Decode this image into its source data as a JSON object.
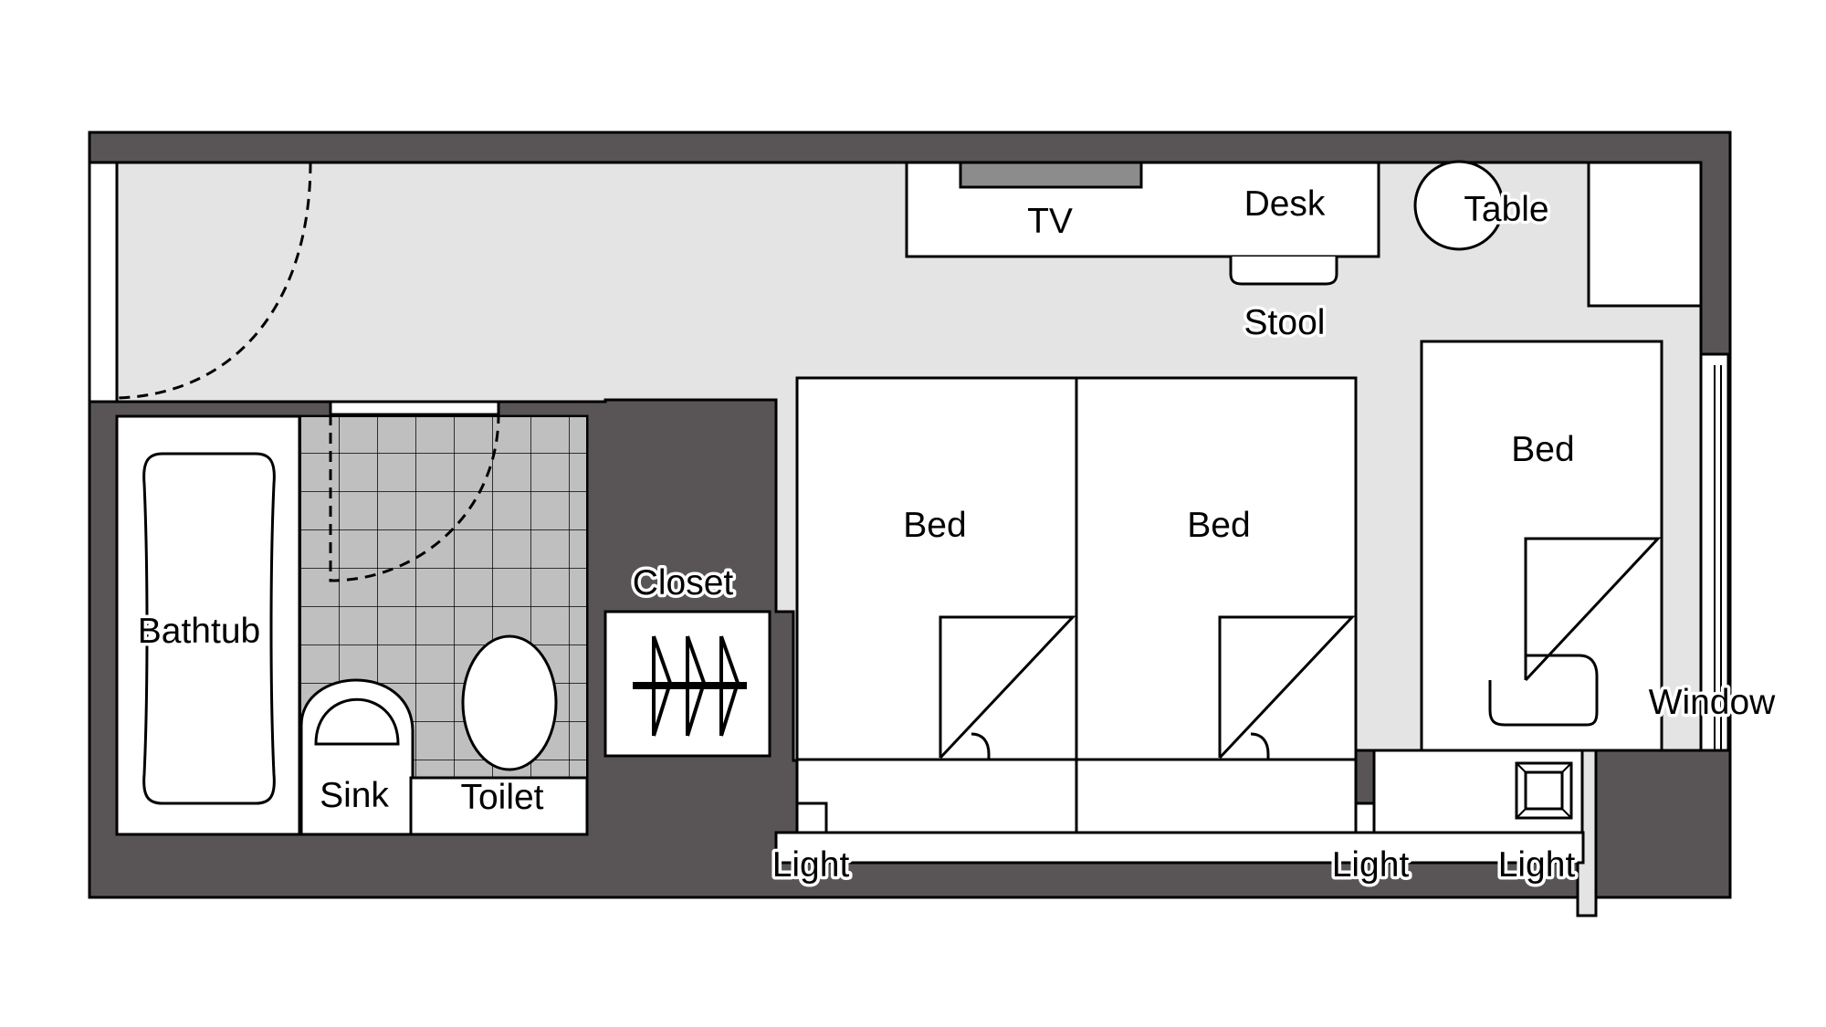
{
  "colors": {
    "wall": "#595556",
    "floor": "#e4e4e4",
    "tile": "#bfbfbf",
    "furniture": "#ffffff",
    "tv_screen": "#8c8c8c",
    "line": "#000000"
  },
  "labels": {
    "tv": "TV",
    "desk": "Desk",
    "table": "Table",
    "stool": "Stool",
    "bed_1": "Bed",
    "bed_2": "Bed",
    "bed_3": "Bed",
    "closet": "Closet",
    "bathtub": "Bathtub",
    "sink": "Sink",
    "toilet": "Toilet",
    "window": "Window",
    "light_1": "Light",
    "light_2": "Light",
    "light_3": "Light"
  }
}
